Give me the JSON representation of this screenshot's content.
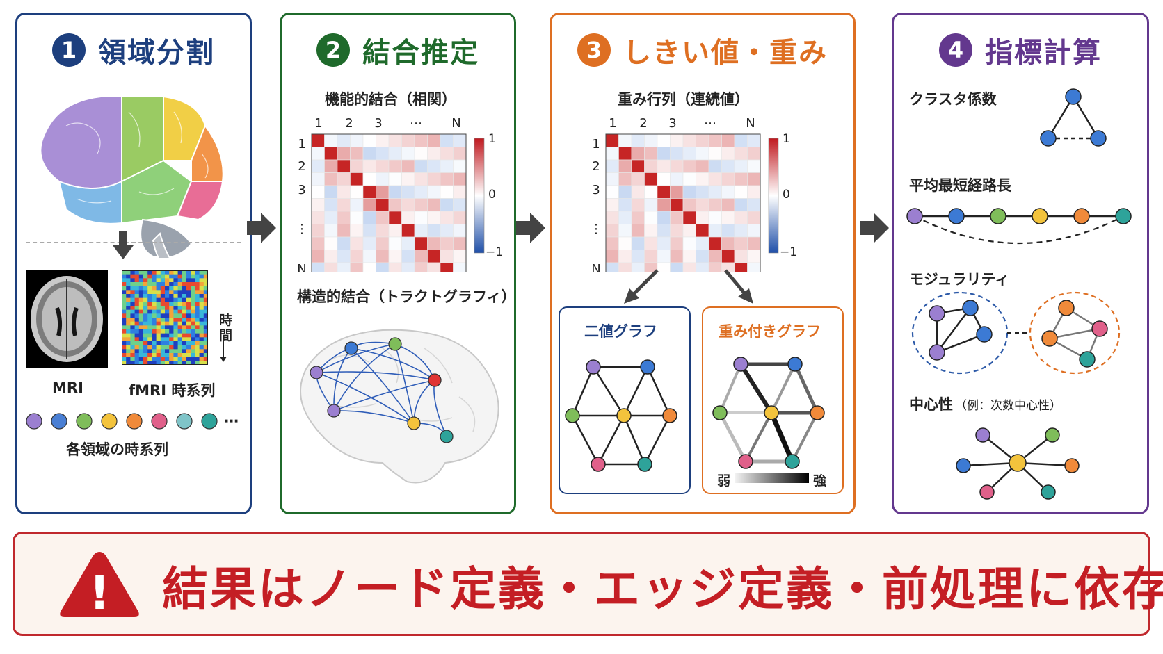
{
  "panels": [
    {
      "number": "1",
      "title": "領域分割",
      "color": "#1d3f7e"
    },
    {
      "number": "2",
      "title": "結合推定",
      "color": "#1f6a2b"
    },
    {
      "number": "3",
      "title": "しきい値・重み",
      "color": "#de6f22"
    },
    {
      "number": "4",
      "title": "指標計算",
      "color": "#63388e"
    }
  ],
  "panel1": {
    "mri_label": "MRI",
    "fmri_label": "fMRI 時系列",
    "time_label_1": "時",
    "time_label_2": "間",
    "ellipsis": "⋯",
    "regions_label": "各領域の時系列",
    "region_colors": [
      "#9b7fd0",
      "#4a7fd4",
      "#7fbd5a",
      "#f3c33c",
      "#f08a3a",
      "#e0608a",
      "#7fc4c8",
      "#2ea39a"
    ]
  },
  "panel2": {
    "functional_label": "機能的結合（相関）",
    "structural_label": "構造的結合（トラクトグラフィ）",
    "col_labels": [
      "1",
      "2",
      "3",
      "⋯",
      "N"
    ],
    "row_labels": [
      "1",
      "2",
      "3",
      "⋮",
      "N"
    ],
    "scale_max": "1",
    "scale_mid": "0",
    "scale_min": "−1"
  },
  "panel3": {
    "weight_label": "重み行列（連続値）",
    "col_labels": [
      "1",
      "2",
      "3",
      "⋯",
      "N"
    ],
    "row_labels": [
      "1",
      "2",
      "3",
      "⋮",
      "N"
    ],
    "scale_max": "1",
    "scale_mid": "0",
    "scale_min": "−1",
    "binary_title": "二値グラフ",
    "weighted_title": "重み付きグラフ",
    "weak_label": "弱",
    "strong_label": "強"
  },
  "panel4": {
    "clustering_label": "クラスタ係数",
    "path_label": "平均最短経路長",
    "modularity_label": "モジュラリティ",
    "centrality_label": "中心性",
    "centrality_note": "（例：次数中心性）"
  },
  "warning": {
    "text": "結果はノード定義・エッジ定義・前処理に依存",
    "icon_mark": "!"
  }
}
